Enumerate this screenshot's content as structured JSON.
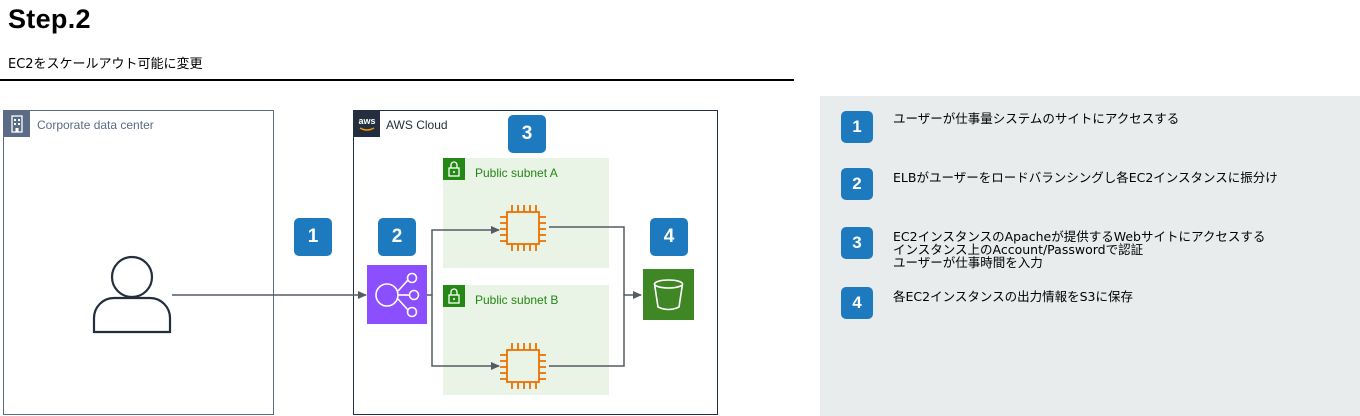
{
  "header": {
    "title": "Step.2",
    "subtitle": "EC2をスケールアウト可能に変更"
  },
  "diagram": {
    "corporate_label": "Corporate data center",
    "aws_label": "AWS Cloud",
    "subnet_a_label": "Public subnet A",
    "subnet_b_label": "Public subnet B",
    "badges": [
      "1",
      "2",
      "3",
      "4"
    ],
    "icons": {
      "user": "user-icon",
      "elb": "elastic-load-balancer-icon",
      "ec2": "ec2-instance-icon",
      "s3": "s3-bucket-icon",
      "building": "corporate-building-icon",
      "aws": "aws-logo-icon",
      "lock": "lock-icon"
    },
    "colors": {
      "badge": "#1e7abf",
      "elb": "#8c4fff",
      "ec2": "#ed7100",
      "s3": "#3f8624",
      "subnet_fill": "#e9f3e6",
      "subnet_text": "#248814"
    }
  },
  "steps": [
    {
      "num": "1",
      "lines": [
        "ユーザーが仕事量システムのサイトにアクセスする"
      ]
    },
    {
      "num": "2",
      "lines": [
        "ELBがユーザーをロードバランシングし各EC2インスタンスに振分け"
      ]
    },
    {
      "num": "3",
      "lines": [
        "EC2インスタンスのApacheが提供するWebサイトにアクセスする",
        "インスタンス上のAccount/Passwordで認証",
        "ユーザーが仕事時間を入力"
      ]
    },
    {
      "num": "4",
      "lines": [
        "各EC2インスタンスの出力情報をS3に保存"
      ]
    }
  ]
}
